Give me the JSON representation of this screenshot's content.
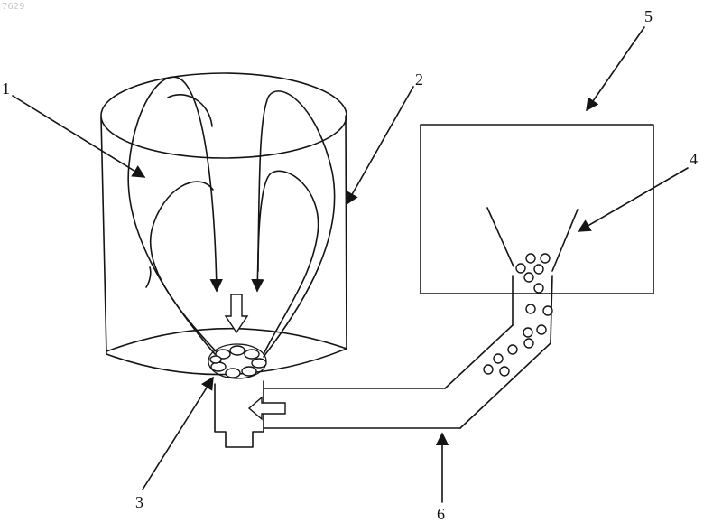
{
  "watermark": "7629",
  "labels": {
    "l1": "1",
    "l2": "2",
    "l3": "3",
    "l4": "4",
    "l5": "5",
    "l6": "6"
  },
  "colors": {
    "ink": "#141414",
    "background": "#ffffff"
  }
}
